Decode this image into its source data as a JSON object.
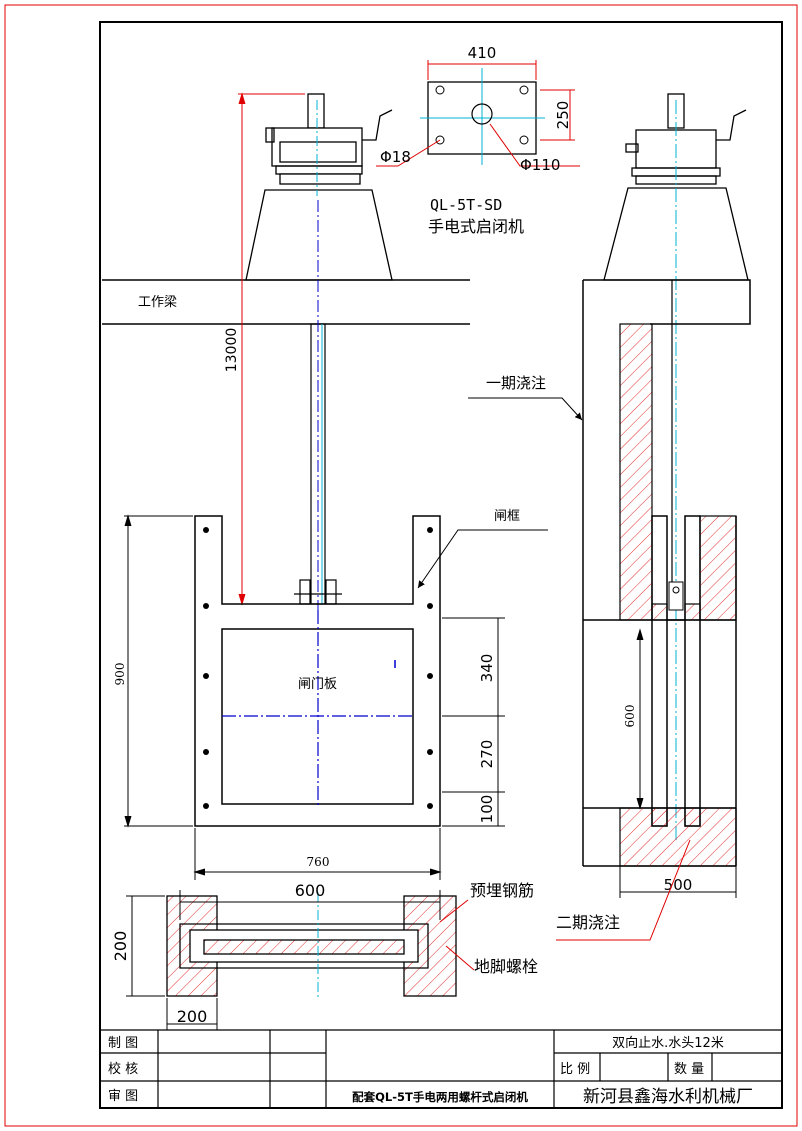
{
  "hoist": {
    "model": "QL-5T-SD",
    "name": "手电式启闭机"
  },
  "plate": {
    "width_dim": "410",
    "height_dim": "250",
    "hole_small": "Φ18",
    "hole_center": "Φ110"
  },
  "labels": {
    "work_beam": "工作梁",
    "height_dim": "13000",
    "first_pour": "一期浇注",
    "gate_frame": "闸框",
    "gate_leaf": "闸门板",
    "frame_height": "900",
    "frame_width": "760",
    "seg_top": "340",
    "seg_mid": "270",
    "seg_bot": "100",
    "side_opening": "600",
    "side_width": "500",
    "second_pour": "二期浇注",
    "embedded_rebar": "预埋钢筋",
    "anchor_bolt": "地脚螺栓",
    "plan_width": "600",
    "plan_depth": "200",
    "plan_flange": "200"
  },
  "title_block": {
    "drawn": "制 图",
    "checked": "校 核",
    "reviewed": "审 图",
    "spec": "双向止水.水头12米",
    "scale": "比 例",
    "qty": "数 量",
    "product": "配套QL-5T手电两用螺杆式启闭机",
    "company": "新河县鑫海水利机械厂"
  },
  "colors": {
    "outline": "#000000",
    "dimension": "#e00000",
    "centerline": "#00b0d0",
    "gate_line": "#0000cc",
    "hatch": "#e03030"
  }
}
